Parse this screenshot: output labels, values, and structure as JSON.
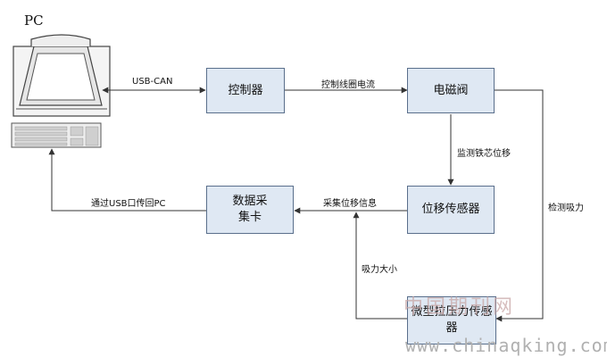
{
  "pc": {
    "title": "PC"
  },
  "nodes": {
    "controller": "控制器",
    "solenoid_valve": "电磁阀",
    "displacement_sensor": "位移传感器",
    "daq_card_line1": "数据采",
    "daq_card_line2": "集卡",
    "force_sensor_line1": "微型拉压力传感",
    "force_sensor_line2": "器"
  },
  "edges": {
    "pc_controller": "USB-CAN",
    "controller_valve": "控制线圈电流",
    "valve_displacement": "监测铁芯位移",
    "displacement_daq": "采集位移信息",
    "daq_pc": "通过USB口传回PC",
    "valve_force": "检测吸力",
    "force_daq": "吸力大小"
  },
  "watermark": {
    "cn": "中国期刊网",
    "url": "www.chinaqking.com"
  },
  "colors": {
    "box_fill": "#dfe8f3",
    "box_border": "#5a6f8c",
    "line": "#333333"
  }
}
